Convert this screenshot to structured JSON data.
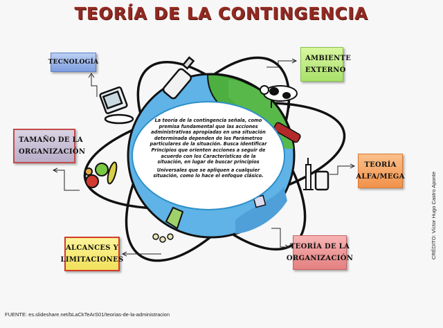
{
  "title": "TEORÍA DE LA CONTINGENCIA",
  "boxes": {
    "tecnologia": {
      "line1": "TECNOLOGÍA",
      "color": "#8fabe6"
    },
    "ambiente_externo": {
      "line1": "AMBIENTE",
      "line2": "EXTERNO",
      "color": "#b9e87a"
    },
    "tamano_organizacion": {
      "line1": "TAMAÑO DE LA",
      "line2": "ORGANIZACIÓN",
      "color": "#c6bdd5",
      "border": "#c44a4a"
    },
    "teoria_alfa_mega": {
      "line1": "TEORÍA",
      "line2": "ALFA/MEGA",
      "color": "#f4a460"
    },
    "alcances_limitaciones": {
      "line1": "ALCANCES Y",
      "line2": "LIMITACIONES",
      "color": "#f6ea6e",
      "border": "#d23b2b"
    },
    "teoria_organizacion": {
      "line1": "TEORÍA DE LA",
      "line2": "ORGANIZACIÓN",
      "color": "#ee9a9a"
    }
  },
  "center": {
    "paragraph1": "La teoría de la contingencia señala, como premisa fundamental que las acciones administrativas apropiadas en una situación determinada dependen de los Parámetros particulares de la situación. Busca identificar Principios que orienten acciones a seguir de acuerdo con los Características de la situación, en lugar de buscar principios",
    "paragraph2": "Universales que se apliquen a cualquier situación, como lo hace el enfoque clásico."
  },
  "illustration": {
    "icons": [
      "globe-icon",
      "computer-icon",
      "bottle-icon",
      "cow-icon",
      "car-icon",
      "syringe-icon",
      "jar-icon",
      "fruits-icon",
      "vegetables-icon",
      "coins-icon",
      "building-icon"
    ],
    "colors": {
      "ocean": "#5fb3e6",
      "land": "#4caf3f",
      "outline": "#111111",
      "center_fill": "#ffffff"
    }
  },
  "footer": {
    "source": "FUENTE: es.slideshare.net/bLaCkTeArS01/teorias-de-la-administracion"
  },
  "credit": "CRÉDITO: Víctor Hugo Castro Aponte"
}
